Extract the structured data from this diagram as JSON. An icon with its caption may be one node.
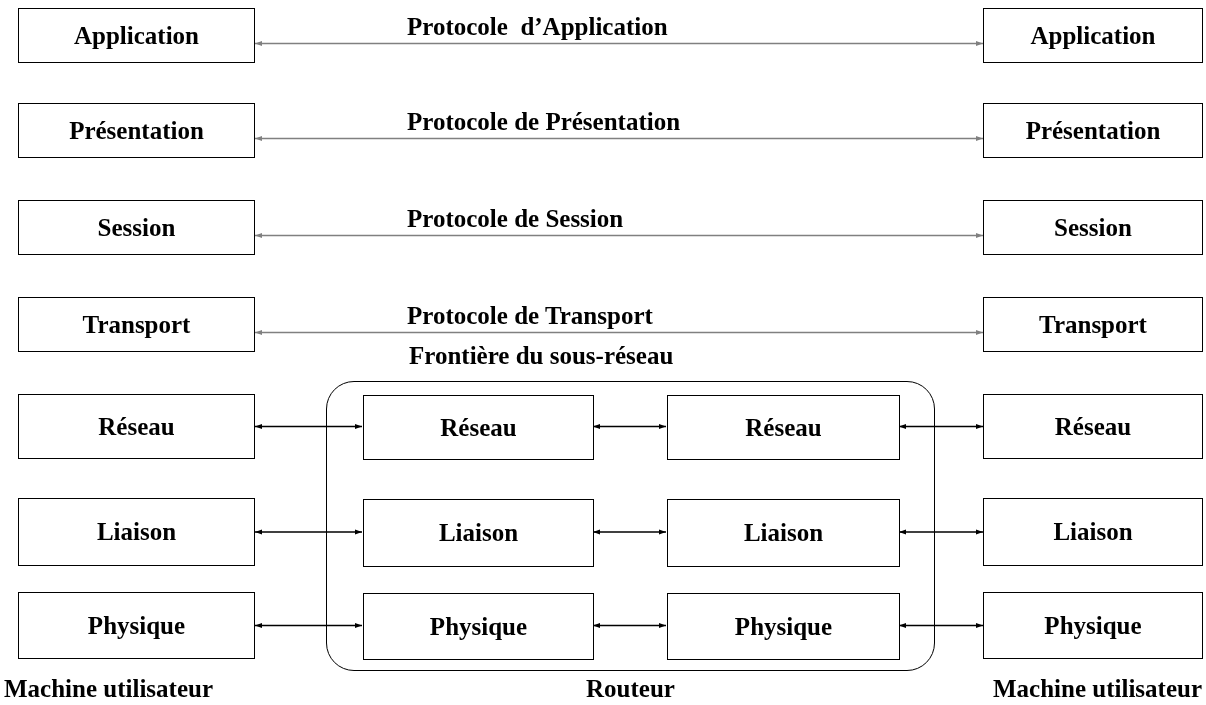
{
  "diagram": {
    "nodes": [
      {
        "text": [
          "Application"
        ]
      },
      {
        "text": [
          "Présentation"
        ]
      },
      {
        "text": [
          "Session"
        ]
      },
      {
        "text": [
          "Transport"
        ]
      },
      {
        "text": [
          "Réseau"
        ]
      },
      {
        "text": [
          "Liaison"
        ]
      },
      {
        "text": [
          "Physique"
        ]
      },
      {
        "text": [
          "Application"
        ]
      },
      {
        "text": [
          "Présentation"
        ]
      },
      {
        "text": [
          "Session"
        ]
      },
      {
        "text": [
          "Transport"
        ]
      },
      {
        "text": [
          "Réseau"
        ]
      },
      {
        "text": [
          "Liaison"
        ]
      },
      {
        "text": [
          "Physique"
        ]
      },
      {
        "text": [
          "Frontière du sous-réseau"
        ],
        "beside": [
          "Routeur"
        ]
      },
      {
        "text": [
          "Réseau"
        ],
        "in": 14
      },
      {
        "text": [
          "Réseau"
        ],
        "in": 14
      },
      {
        "text": [
          "Liaison"
        ],
        "in": 14
      },
      {
        "text": [
          "Liaison"
        ],
        "in": 14
      },
      {
        "text": [
          "Physique"
        ],
        "in": 14
      },
      {
        "text": [
          "Physique"
        ],
        "in": 14
      }
    ],
    "edges": [
      {
        "from": 0,
        "to": 7,
        "arrow": "both",
        "label": "Protocole  d’Application",
        "color": "#808080"
      },
      {
        "from": 1,
        "to": 8,
        "arrow": "both",
        "label": "Protocole de Présentation",
        "color": "#808080"
      },
      {
        "from": 2,
        "to": 9,
        "arrow": "both",
        "label": "Protocole de Session",
        "color": "#808080"
      },
      {
        "from": 3,
        "to": 10,
        "arrow": "both",
        "label": "Protocole de Transport",
        "color": "#808080"
      },
      {
        "from": 4,
        "to": 15,
        "arrow": "both"
      },
      {
        "from": 15,
        "to": 16,
        "arrow": "both"
      },
      {
        "from": 16,
        "to": 11,
        "arrow": "both"
      },
      {
        "from": 5,
        "to": 17,
        "arrow": "both"
      },
      {
        "from": 17,
        "to": 18,
        "arrow": "both"
      },
      {
        "from": 18,
        "to": 12,
        "arrow": "both"
      },
      {
        "from": 6,
        "to": 19,
        "arrow": "both"
      },
      {
        "from": 19,
        "to": 20,
        "arrow": "both"
      },
      {
        "from": 20,
        "to": 13,
        "arrow": "both"
      }
    ],
    "labels": [
      "Machine utilisateur",
      "Machine utilisateur"
    ]
  }
}
